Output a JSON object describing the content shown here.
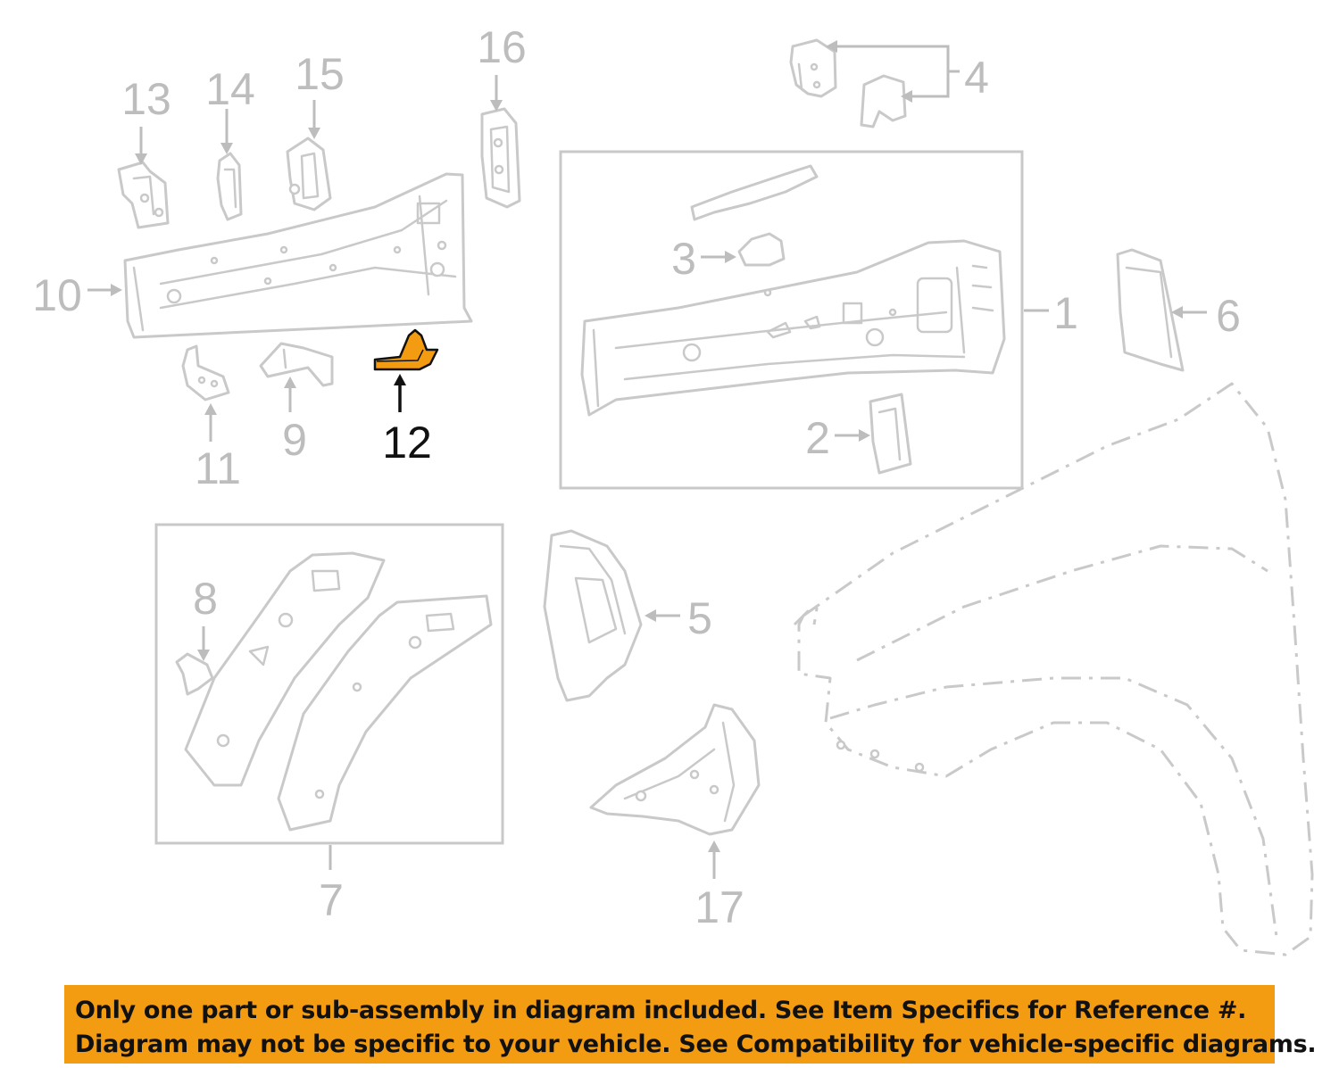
{
  "callouts": {
    "c1": "1",
    "c2": "2",
    "c3": "3",
    "c4": "4",
    "c5": "5",
    "c6": "6",
    "c7": "7",
    "c8": "8",
    "c9": "9",
    "c10": "10",
    "c11": "11",
    "c12": "12",
    "c13": "13",
    "c14": "14",
    "c15": "15",
    "c16": "16",
    "c17": "17"
  },
  "highlighted_part": "12",
  "colors": {
    "highlight_part": "#f39c12",
    "ghost_parts": "#c9c9c9",
    "banner_background": "#f39c12",
    "banner_text": "#111111"
  },
  "banner": {
    "line1": "Only one part or sub-assembly in diagram included. See Item Specifics for Reference #.",
    "line2": "Diagram may not be specific to your vehicle. See Compatibility for vehicle-specific diagrams."
  }
}
